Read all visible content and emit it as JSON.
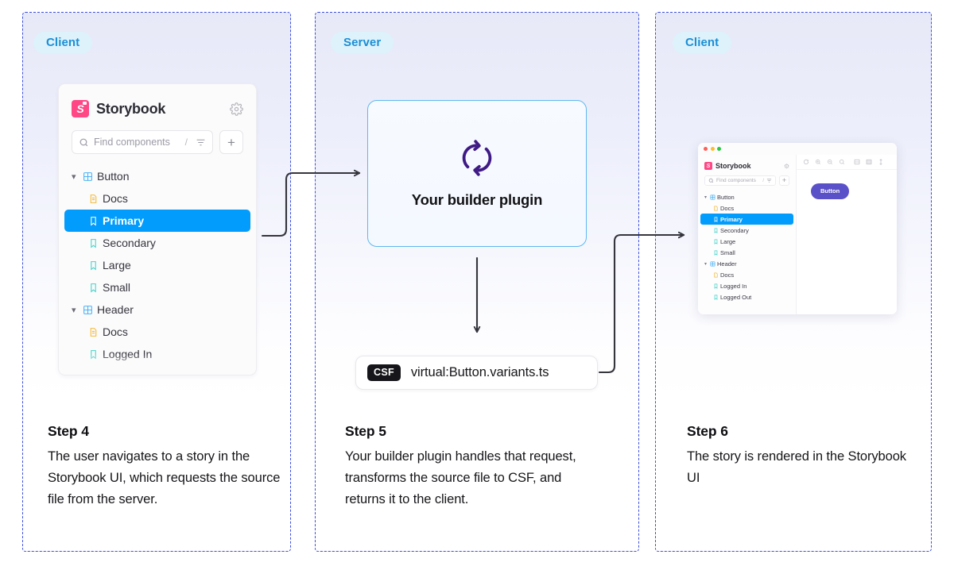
{
  "panels": [
    {
      "id": "client-left",
      "badge": "Client"
    },
    {
      "id": "server",
      "badge": "Server"
    },
    {
      "id": "client-right",
      "badge": "Client"
    }
  ],
  "storybook_card": {
    "logo_label": "S",
    "title": "Storybook",
    "gear_icon": "gear-icon",
    "search": {
      "placeholder": "Find components",
      "shortcut": "/",
      "filter_icon": "filter-icon",
      "search_icon": "search-icon"
    },
    "add_label": "+",
    "tree": [
      {
        "label": "Button",
        "type": "component",
        "expanded": true,
        "selected": false,
        "icon": "component-icon"
      },
      {
        "label": "Docs",
        "type": "docs",
        "child": true,
        "selected": false,
        "icon": "docs-icon"
      },
      {
        "label": "Primary",
        "type": "story",
        "child": true,
        "selected": true,
        "icon": "story-icon"
      },
      {
        "label": "Secondary",
        "type": "story",
        "child": true,
        "selected": false,
        "icon": "story-icon"
      },
      {
        "label": "Large",
        "type": "story",
        "child": true,
        "selected": false,
        "icon": "story-icon"
      },
      {
        "label": "Small",
        "type": "story",
        "child": true,
        "selected": false,
        "icon": "story-icon"
      },
      {
        "label": "Header",
        "type": "component",
        "expanded": true,
        "selected": false,
        "icon": "component-icon"
      },
      {
        "label": "Docs",
        "type": "docs",
        "child": true,
        "selected": false,
        "icon": "docs-icon"
      },
      {
        "label": "Logged In",
        "type": "story",
        "child": true,
        "selected": false,
        "icon": "story-icon"
      }
    ]
  },
  "builder_plugin": {
    "icon": "refresh-circular-arrows-icon",
    "label": "Your builder plugin"
  },
  "csf_file": {
    "tag": "CSF",
    "path": "virtual:Button.variants.ts"
  },
  "mini_window": {
    "traffic_lights": [
      "#ff5f57",
      "#febc2e",
      "#28c840"
    ],
    "logo_label": "S",
    "title": "Storybook",
    "gear_icon": "gear-icon",
    "search": {
      "placeholder": "Find components",
      "shortcut": "/"
    },
    "add_label": "+",
    "toolbar_icons": [
      "refresh-icon",
      "zoom-in-icon",
      "zoom-out-icon",
      "zoom-reset-icon",
      "grid-icon",
      "background-icon",
      "measure-icon"
    ],
    "tree": [
      {
        "label": "Button",
        "child": false,
        "expanded": true,
        "selected": false,
        "icon": "component-icon"
      },
      {
        "label": "Docs",
        "child": true,
        "selected": false,
        "icon": "docs-icon"
      },
      {
        "label": "Primary",
        "child": true,
        "selected": true,
        "icon": "story-icon"
      },
      {
        "label": "Secondary",
        "child": true,
        "selected": false,
        "icon": "story-icon"
      },
      {
        "label": "Large",
        "child": true,
        "selected": false,
        "icon": "story-icon"
      },
      {
        "label": "Small",
        "child": true,
        "selected": false,
        "icon": "story-icon"
      },
      {
        "label": "Header",
        "child": false,
        "expanded": true,
        "selected": false,
        "icon": "component-icon"
      },
      {
        "label": "Docs",
        "child": true,
        "selected": false,
        "icon": "docs-icon"
      },
      {
        "label": "Logged In",
        "child": true,
        "selected": false,
        "icon": "story-icon"
      },
      {
        "label": "Logged Out",
        "child": true,
        "selected": false,
        "icon": "story-icon"
      }
    ],
    "preview_button_label": "Button"
  },
  "steps": [
    {
      "title": "Step 4",
      "body": "The user navigates to a story in the Storybook UI, which requests the source file from the server."
    },
    {
      "title": "Step 5",
      "body": "Your builder plugin handles that request, transforms the source file to CSF, and returns it to the client."
    },
    {
      "title": "Step 6",
      "body": "The story is rendered in the Storybook UI"
    }
  ],
  "colors": {
    "panel_border": "#3b4ee0",
    "badge_bg": "#ddf2fb",
    "badge_text": "#1b8ed6",
    "selected_row": "#029cfd",
    "storybook_pink": "#ff4785",
    "plugin_border": "#5eb8ef",
    "plugin_icon": "#3f1a85",
    "story_button": "#5a50c8",
    "connector": "#35353d"
  }
}
